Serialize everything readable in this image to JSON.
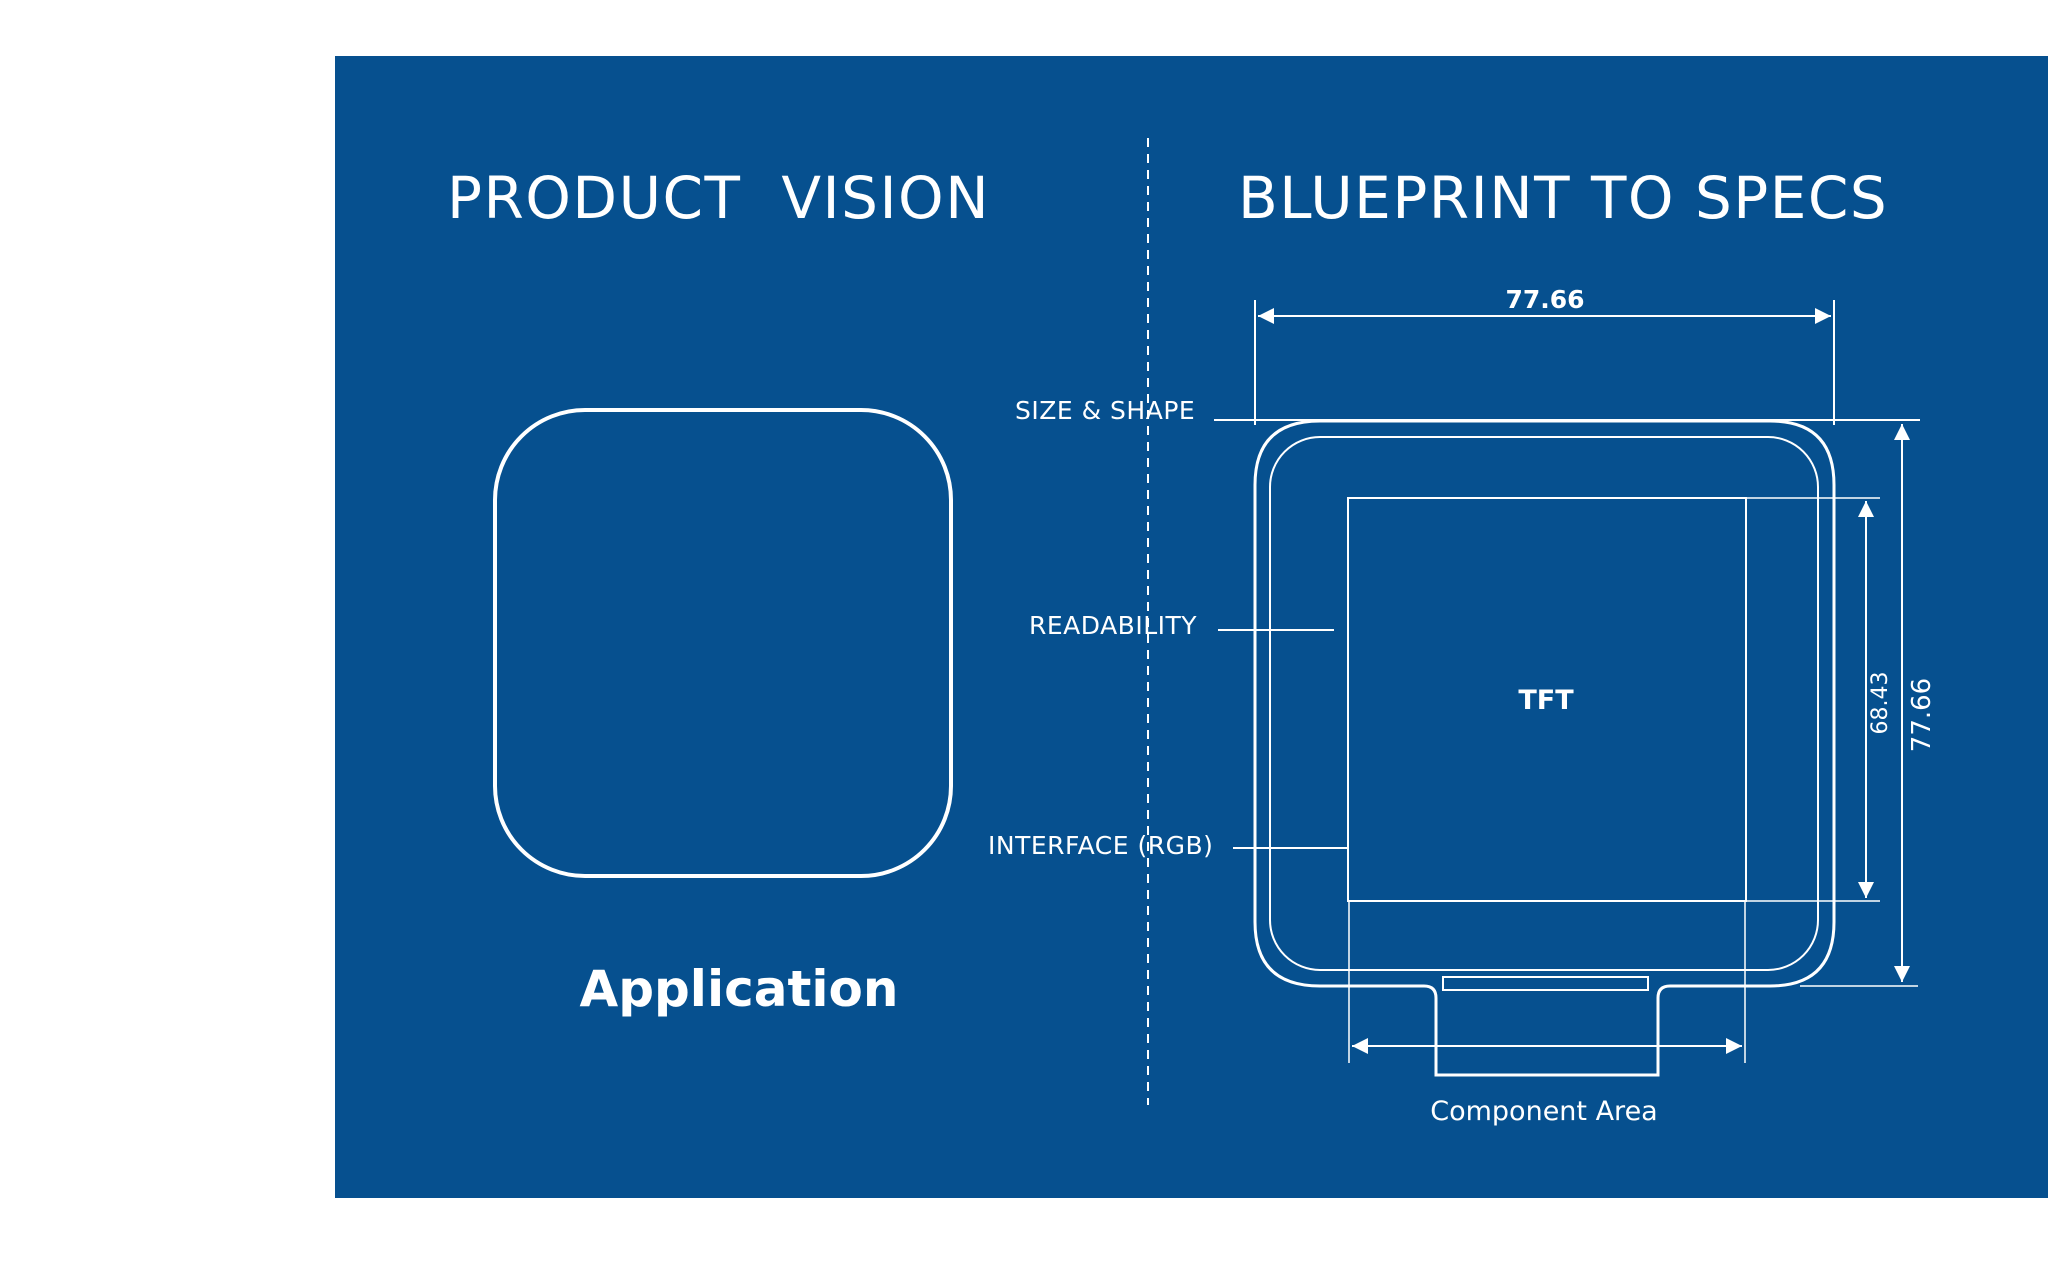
{
  "colors": {
    "panel": "#06508f",
    "line": "#ffffff",
    "page": "#ffffff"
  },
  "left": {
    "title": "PRODUCT  VISION",
    "caption": "Application"
  },
  "right": {
    "title": "BLUEPRINT TO SPECS",
    "width_dimension": "77.66",
    "outer_height_dimension": "77.66",
    "inner_height_dimension": "68.43",
    "display_label": "TFT",
    "component_label": "Component Area"
  },
  "callouts": [
    "SIZE & SHAPE",
    "READABILITY",
    "INTERFACE (RGB)"
  ]
}
